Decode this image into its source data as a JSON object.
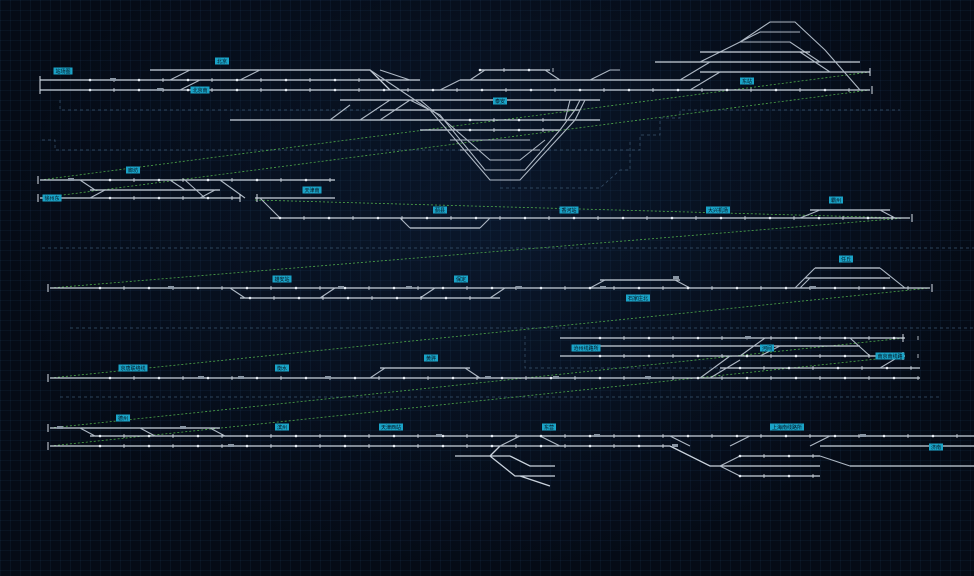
{
  "stations": [
    {
      "id": "s1",
      "text": "站场图"
    },
    {
      "id": "s2",
      "text": "北京"
    },
    {
      "id": "s3",
      "text": "东站"
    },
    {
      "id": "s4",
      "text": "廊坊"
    },
    {
      "id": "s5",
      "text": "天津南"
    },
    {
      "id": "s6",
      "text": "蓟县"
    },
    {
      "id": "s7",
      "text": "香河站"
    },
    {
      "id": "s8",
      "text": "大兴机场"
    },
    {
      "id": "s9",
      "text": "霸州"
    },
    {
      "id": "s10",
      "text": "雄安站"
    },
    {
      "id": "s11",
      "text": "保定"
    },
    {
      "id": "s12",
      "text": "石家庄北"
    },
    {
      "id": "s13",
      "text": "任丘"
    },
    {
      "id": "s14",
      "text": "沧州线路所"
    },
    {
      "id": "s15",
      "text": "河间"
    },
    {
      "id": "s16",
      "text": "黄骅"
    },
    {
      "id": "s17",
      "text": "京唐联络线"
    },
    {
      "id": "s18",
      "text": "衡水"
    },
    {
      "id": "s19",
      "text": "德州"
    },
    {
      "id": "s20",
      "text": "滨州"
    },
    {
      "id": "s21",
      "text": "天津西站"
    },
    {
      "id": "s22",
      "text": "东营"
    },
    {
      "id": "s23",
      "text": "上海南线路所"
    },
    {
      "id": "s24",
      "text": "济南"
    },
    {
      "id": "s25",
      "text": "泰安"
    },
    {
      "id": "s26",
      "text": "徐州东"
    },
    {
      "id": "s27",
      "text": "南京南线路"
    },
    {
      "id": "s28",
      "text": "北京南"
    }
  ],
  "colors": {
    "background": "#050b16",
    "track": "#c9d2dc",
    "label": "#1aa3c7",
    "green_link": "#4ea84a",
    "boundary": "#3b556f"
  }
}
